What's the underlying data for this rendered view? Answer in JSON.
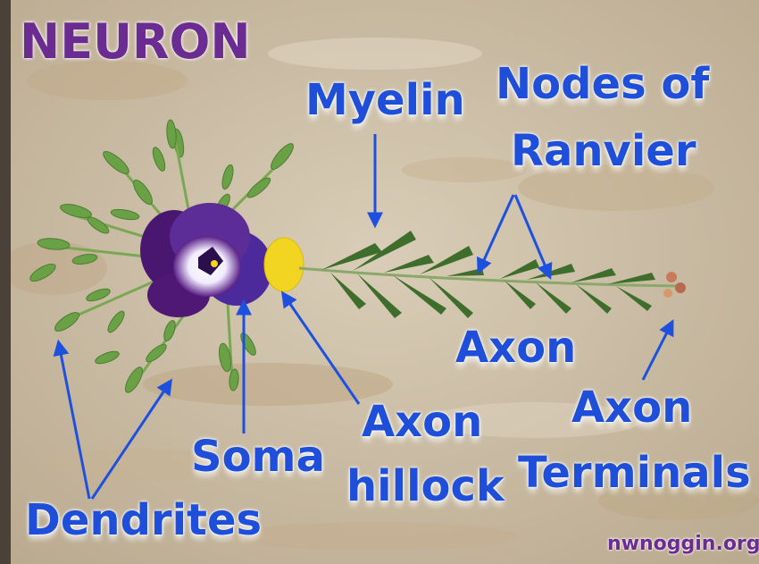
{
  "title": "NEURON",
  "credit": "nwnoggin.org",
  "labels": {
    "myelin": "Myelin",
    "nodes_line1": "Nodes of",
    "nodes_line2": "Ranvier",
    "axon": "Axon",
    "axon_hillock_line1": "Axon",
    "axon_hillock_line2": "hillock",
    "axon_terminals_line1": "Axon",
    "axon_terminals_line2": "Terminals",
    "soma": "Soma",
    "dendrites": "Dendrites"
  },
  "colors": {
    "label_blue": "#1f4fd8",
    "arrow_blue": "#1e50e0",
    "title_purple": "#6b2c91",
    "stone": "#cdbfa8",
    "leaf_green": "#5e8f3a",
    "myelin_green": "#3f6e2c",
    "petal_purple": "#5a1f86",
    "pollen_yellow": "#f1d520"
  },
  "icons": [
    "pansy-flower-icon",
    "yellow-petal-icon",
    "leaf-icon",
    "fern-sprig-icon",
    "seed-head-icon",
    "arrow-icon"
  ]
}
